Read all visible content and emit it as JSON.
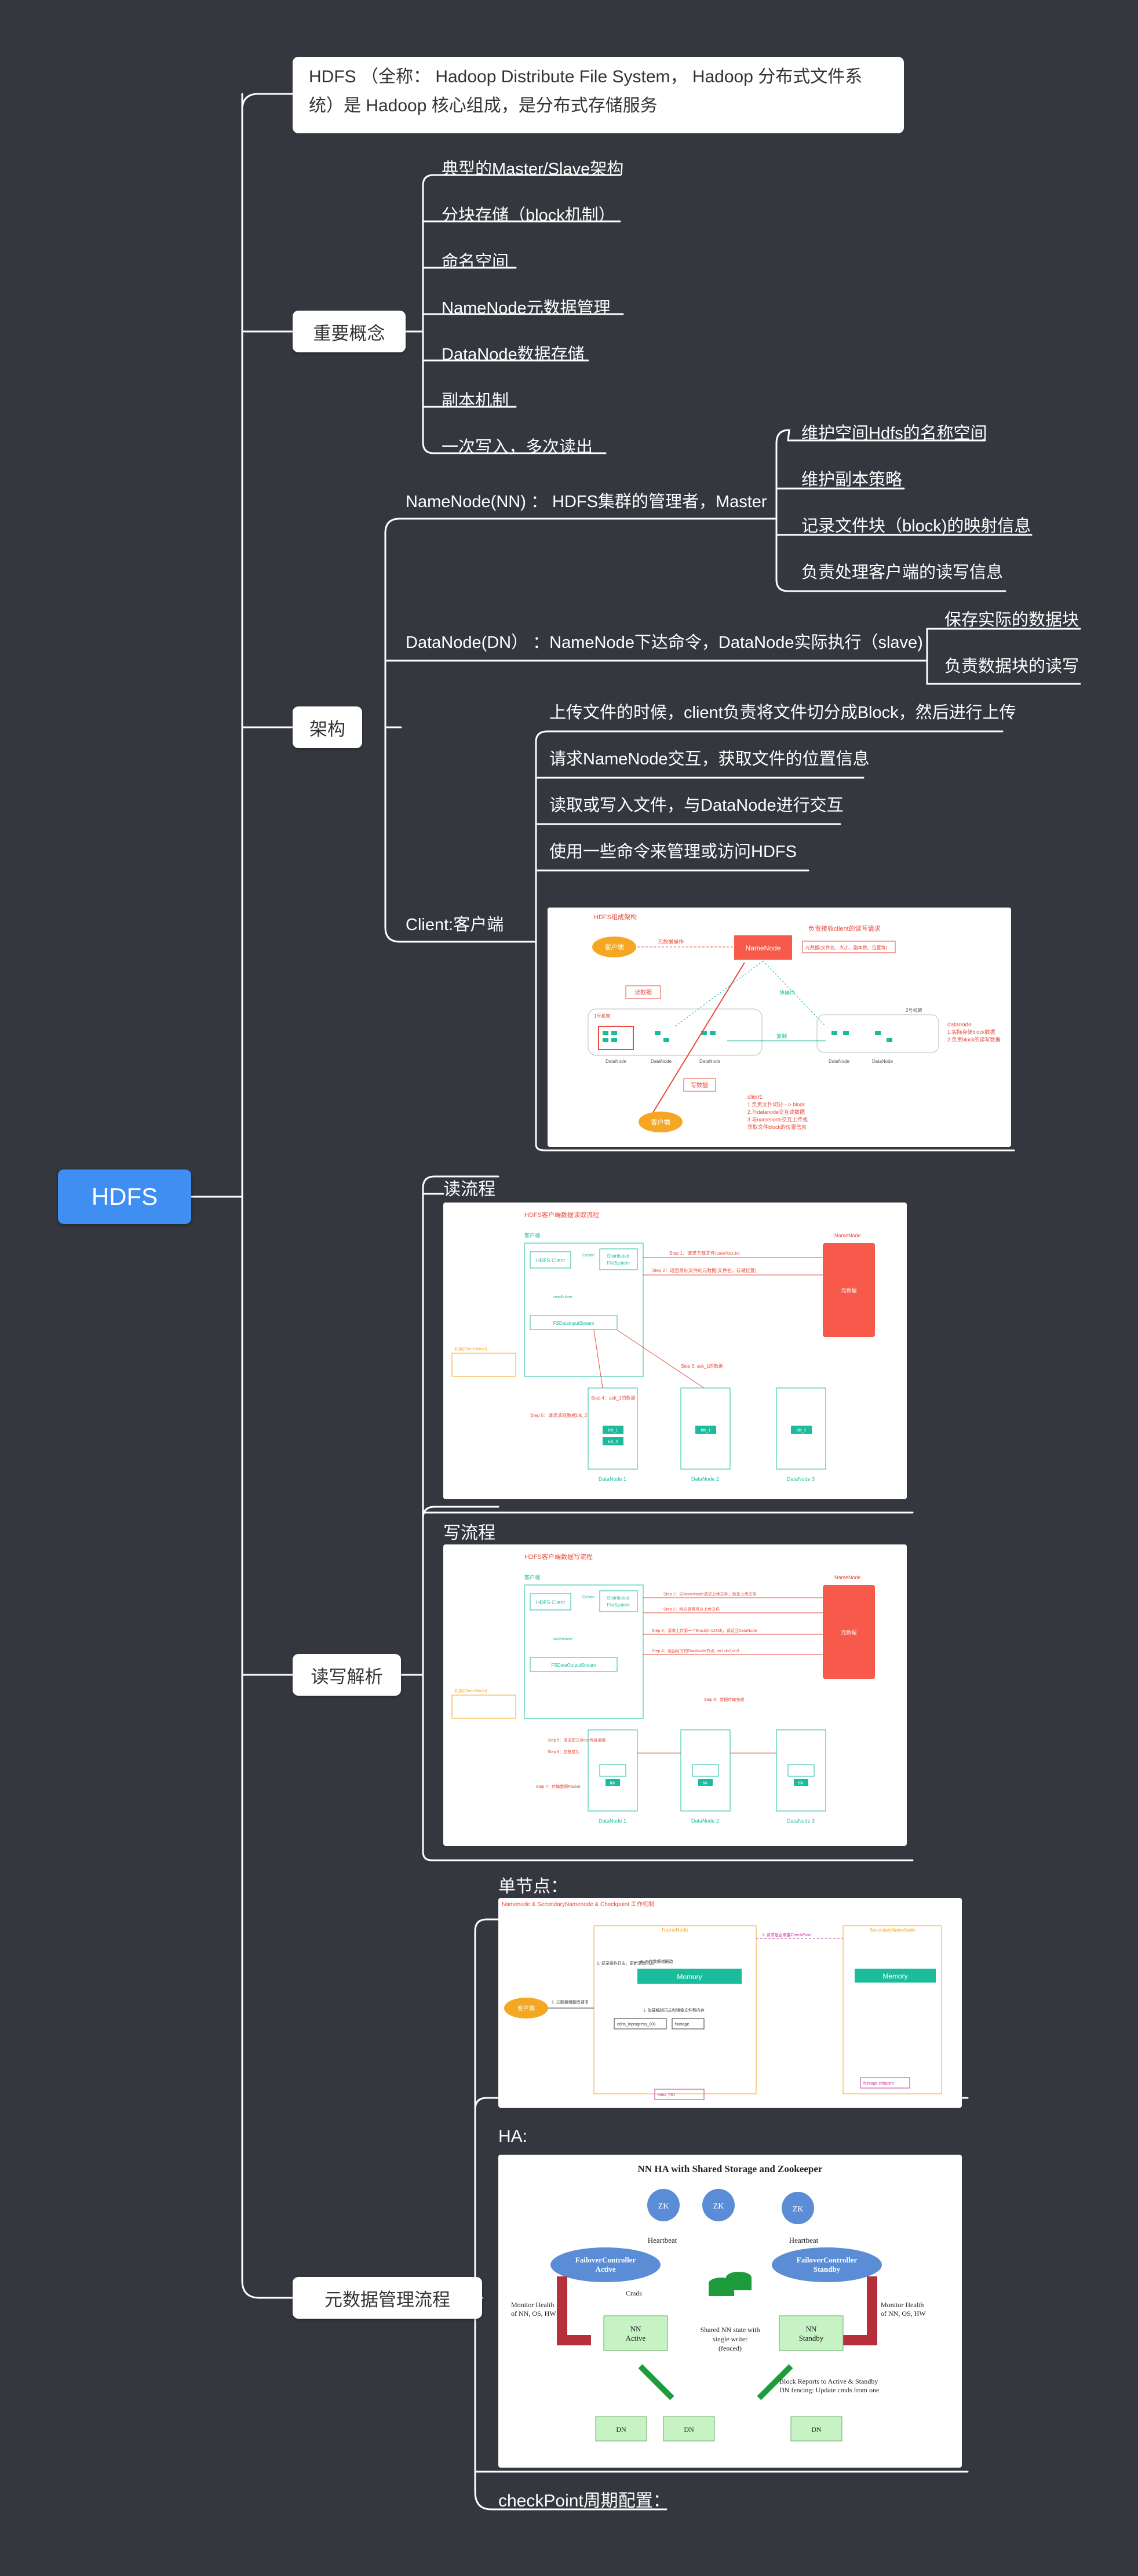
{
  "root": "HDFS",
  "intro": "HDFS （全称： Hadoop Distribute File System， Hadoop 分布式文件系统）是 Hadoop 核心组成，是分布式存储服务",
  "concepts": {
    "label": "重要概念",
    "items": [
      "典型的Master/Slave架构",
      "分块存储（block机制）",
      "命名空间",
      "NameNode元数据管理",
      "DataNode数据存储",
      "副本机制",
      "一次写入，多次读出"
    ]
  },
  "arch": {
    "label": "架构",
    "namenode": {
      "label": "NameNode(NN) ： HDFS集群的管理者，Master",
      "items": [
        "维护空间Hdfs的名称空间",
        "维护副本策略",
        "记录文件块（block)的映射信息",
        "负责处理客户端的读写信息"
      ]
    },
    "datanode": {
      "label": "DataNode(DN） ：NameNode下达命令，DataNode实际执行（slave)",
      "items": [
        "保存实际的数据块",
        "负责数据块的读写"
      ]
    },
    "client": {
      "label": "Client:客户端",
      "items": [
        "上传文件的时候，client负责将文件切分成Block，然后进行上传",
        "请求NameNode交互，获取文件的位置信息",
        "读取或写入文件，与DataNode进行交互",
        "使用一些命令来管理或访问HDFS"
      ]
    },
    "diagram": {
      "title": "HDFS组成架构",
      "client_top": "客户端",
      "client_bottom": "客户端",
      "namenode": "NameNode",
      "meta": "元数据操作",
      "meta_info": "元数据(文件名、大小、副本数、位置等)",
      "manage": "负责接收client的读写请求",
      "read": "读数据",
      "write": "写数据",
      "heartbeat": "块操作",
      "replicate": "复制",
      "rack1": "1号机架",
      "rack2": "2号机架",
      "datanode": "DataNode",
      "dn_note": [
        "datanode",
        "1.实际存储block数据",
        "2.负责block的读写数据"
      ],
      "client_note": [
        "client:",
        "1.负责文件切分—> block",
        "2.与datanode交互读数据",
        "3.与namenode交互上传或",
        "获取文件block的位置信息"
      ]
    }
  },
  "rw": {
    "label": "读写解析",
    "read": {
      "label": "读流程",
      "title": "HDFS客户端数据读取流程",
      "client": "客户端",
      "hdfs_client": "HDFS Client",
      "dfs": [
        "Distributed",
        "FileSystem"
      ],
      "stream": "FSDataInputStream",
      "namenode_zone": "NameNode",
      "namenode": "元数据",
      "create": "Create",
      "readclose": "read/close",
      "step1": "Step 1：请求下载文件/user/xxx.txt",
      "step2": "Step 2：返回目标文件的元数据(文件名，存储位置)",
      "step3": "Step 3: ask_1的数据",
      "step4": "Step 4：ask_1的数据",
      "step5": "Step 5：请求读取数据blk_2",
      "node": "机架(Client-Node)",
      "datanodes": [
        "DataNode 1",
        "DataNode 2",
        "DataNode 3"
      ],
      "blocks": [
        "blk_1",
        "blk_2"
      ]
    },
    "write": {
      "label": "写流程",
      "title": "HDFS客户端数据写流程",
      "client": "客户端",
      "hdfs_client": "HDFS Client",
      "dfs": [
        "Distributed",
        "FileSystem"
      ],
      "stream": "FSDataOutputStream",
      "namenode_zone": "NameNode",
      "namenode": "元数据",
      "create": "Create",
      "writeclose": "write/close",
      "step1": "Step 1：向NameNode请求上传文件，检查上传文件",
      "step2": "Step 2：响应是否可以上传文件",
      "step3": "Step 3：请求上传第一个Block(0-128M)，请返回DataNode",
      "step4": "Step 4：返回可写的DataNode节点, dn1,dn2,dn3",
      "step5": "Step 5：请求建立Block传输通道",
      "step6": "Step 6：应答成功",
      "step7": "Step 7：传输数据Packet",
      "step8": "Step 8：数据传输完成",
      "node": "机架(Client-Node)",
      "datanodes": [
        "DataNode 1",
        "DataNode 2",
        "DataNode 3"
      ],
      "block": "blk"
    }
  },
  "meta": {
    "label": "元数据管理流程",
    "single": {
      "label": "单节点：",
      "title": "Namenode & SecondaryNamenode & Checkpoint 工作机制",
      "namenode": "NameNode",
      "memory": "Memory",
      "snn": "SecondaryNameNode",
      "client": "客户端",
      "client_op": "1. 元数据增删改请求",
      "step1": "1. 加载编辑日志和镜像文件到内存",
      "step2": "2. 记录操作日志、更新滚动日志",
      "step3": "3. 内存数据增删改",
      "edits": "edits_inprogress_001",
      "fsimage": "fsimage",
      "checkpoint": "1. 请求是否需要CheckPoint",
      "snn_edits": "edits_001",
      "snn_fsimage": "fsimage.chkpoint"
    },
    "ha": {
      "label": "HA:",
      "title": "NN HA with Shared Storage and Zookeeper",
      "zk": "ZK",
      "heartbeat": "Heartbeat",
      "fc_active": [
        "FailoverController",
        "Active"
      ],
      "fc_standby": [
        "FailoverController",
        "Standby"
      ],
      "cmds": "Cmds",
      "monitor_left": [
        "Monitor Health",
        "of NN, OS, HW"
      ],
      "monitor_right": [
        "Monitor Health",
        "of NN, OS, HW"
      ],
      "nn_active": [
        "NN",
        "Active"
      ],
      "nn_standby": [
        "NN",
        "Standby"
      ],
      "shared": [
        "Shared NN state with",
        "single writer",
        "(fenced)"
      ],
      "block_reports": [
        "Block Reports to Active & Standby",
        "DN fencing: Update cmds from one"
      ],
      "dn": "DN"
    },
    "checkpoint": "checkPoint周期配置："
  }
}
